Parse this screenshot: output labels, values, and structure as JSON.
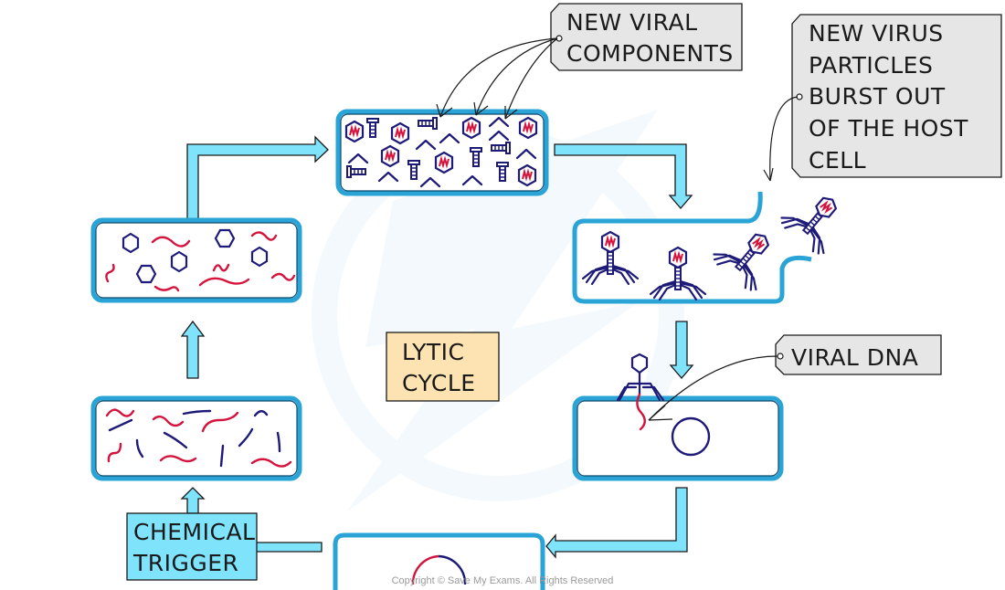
{
  "diagram": {
    "title": "Lytic cycle of a bacteriophage",
    "center_label": {
      "lines": [
        "LYTIC",
        "CYCLE"
      ],
      "color": "#fde3b1"
    },
    "labels": {
      "new_viral_components": {
        "lines": [
          "NEW VIRAL",
          "COMPONENTS"
        ]
      },
      "new_virus_particles": {
        "lines": [
          "NEW VIRUS",
          "PARTICLES",
          "BURST OUT",
          "OF THE HOST",
          "CELL"
        ]
      },
      "viral_dna": {
        "lines": [
          "VIRAL DNA"
        ]
      },
      "chemical_trigger": {
        "lines": [
          "CHEMICAL",
          "TRIGGER"
        ],
        "color": "#7fe3fb"
      }
    },
    "stages": [
      {
        "id": "attachment",
        "description": "Phage attaches to host cell and injects viral DNA"
      },
      {
        "id": "integration",
        "description": "Viral DNA incorporated into host circular DNA"
      },
      {
        "id": "dna-fragmented",
        "description": "Viral DNA replicated into fragments after chemical trigger"
      },
      {
        "id": "components-made",
        "description": "Viral capsids and nucleic acid produced"
      },
      {
        "id": "assembly",
        "description": "New viral components assembled"
      },
      {
        "id": "lysis",
        "description": "New virus particles burst out of the host cell"
      }
    ],
    "colors": {
      "cell_wall": "#2aa3d6",
      "arrow_fill": "#7fe3fb",
      "viral_dna": "#d4143c",
      "host_dna": "#1e1a78",
      "tag_fill": "#e6e6e6"
    },
    "copyright": "Copyright © Save My Exams. All Rights Reserved"
  }
}
